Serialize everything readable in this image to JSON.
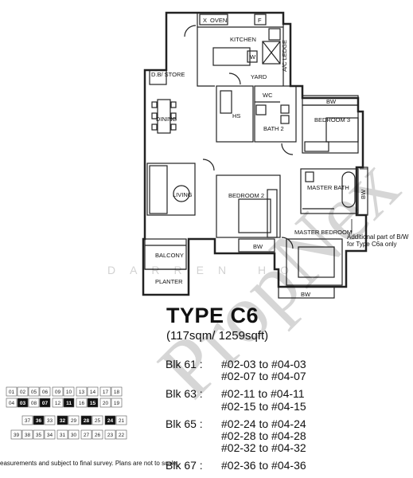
{
  "rooms": {
    "oven": "OVEN",
    "oven_x": "X",
    "fridge": "F",
    "kitchen": "KITCHEN",
    "washer": "W",
    "ac_ledge": "A/C LEDGE",
    "yard": "YARD",
    "db_store": "D.B/ STORE",
    "dining": "DINING",
    "hs": "HS",
    "wc": "WC",
    "bath2": "BATH 2",
    "bedroom3": "BEDROOM 3",
    "bw_top": "BW",
    "living": "LIVING",
    "bedroom2": "BEDROOM 2",
    "master_bath": "MASTER BATH",
    "bw_right": "BW",
    "balcony": "BALCONY",
    "planter": "PLANTER",
    "bw_mid": "BW",
    "master_bedroom": "MASTER BEDROOM",
    "bw_bottom": "BW"
  },
  "annotation": "Additional part of B/W for Type C6a only",
  "watermark": "PropNex",
  "watermark_sub": "DARREN HO",
  "title": "TYPE C6",
  "area": "(117sqm/ 1259sqft)",
  "units": [
    {
      "blk": "Blk 61 :",
      "rows": [
        "#02-03 to #04-03",
        "#02-07 to #04-07"
      ]
    },
    {
      "blk": "Blk 63 :",
      "rows": [
        "#02-11 to #04-11",
        "#02-15 to #04-15"
      ]
    },
    {
      "blk": "Blk 65 :",
      "rows": [
        "#02-24 to #04-24",
        "#02-28 to #04-28",
        "#02-32 to #04-32"
      ]
    },
    {
      "blk": "Blk 67 :",
      "rows": [
        "#02-36 to #04-36"
      ]
    }
  ],
  "footnote": "easurements and subject to final survey. Plans are not to scale.",
  "keyplan": {
    "row1": [
      "01",
      "02",
      "05",
      "06",
      "09",
      "10",
      "13",
      "14",
      "17",
      "18"
    ],
    "row2": [
      "04",
      "03",
      "08",
      "07",
      "12",
      "11",
      "16",
      "15",
      "20",
      "19"
    ],
    "row3": [
      "37",
      "36",
      "33",
      "32",
      "29",
      "28",
      "25",
      "24",
      "21"
    ],
    "row4": [
      "39",
      "38",
      "35",
      "34",
      "31",
      "30",
      "27",
      "26",
      "23",
      "22"
    ],
    "highlighted": [
      "03",
      "07",
      "11",
      "15",
      "36",
      "32",
      "28",
      "24"
    ]
  }
}
